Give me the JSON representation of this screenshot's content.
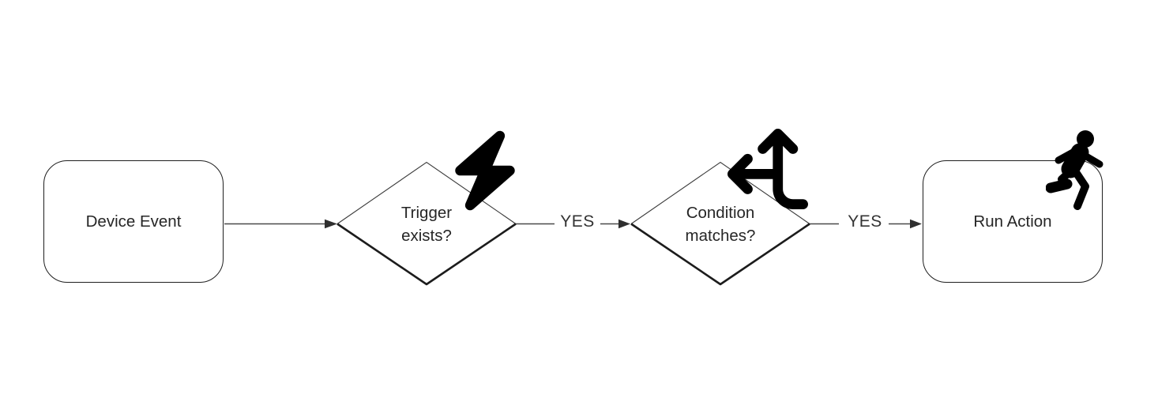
{
  "colors": {
    "background": "#ffffff",
    "node_border": "#1f1f1f",
    "node_fill": "#ffffff",
    "diamond_top_stroke": "#3a3a3a",
    "diamond_bottom_stroke": "#1c1c1c",
    "edge_line": "#4a4a4a",
    "arrowhead": "#2f2f2f",
    "text": "#262626",
    "icon": "#000000"
  },
  "nodes": {
    "device_event": {
      "shape": "rounded-rectangle",
      "label": "Device Event"
    },
    "trigger_exists": {
      "shape": "diamond",
      "label": "Trigger\nexists?",
      "icon": "bolt-icon"
    },
    "condition_matches": {
      "shape": "diamond",
      "label": "Condition\nmatches?",
      "icon": "arrows-split-up-and-left-icon"
    },
    "run_action": {
      "shape": "rounded-rectangle",
      "label": "Run Action",
      "icon": "person-running-icon"
    }
  },
  "edges": {
    "event_to_trigger": {
      "from": "device_event",
      "to": "trigger_exists",
      "label": ""
    },
    "trigger_to_condition": {
      "from": "trigger_exists",
      "to": "condition_matches",
      "label": "YES"
    },
    "condition_to_action": {
      "from": "condition_matches",
      "to": "run_action",
      "label": "YES"
    }
  }
}
